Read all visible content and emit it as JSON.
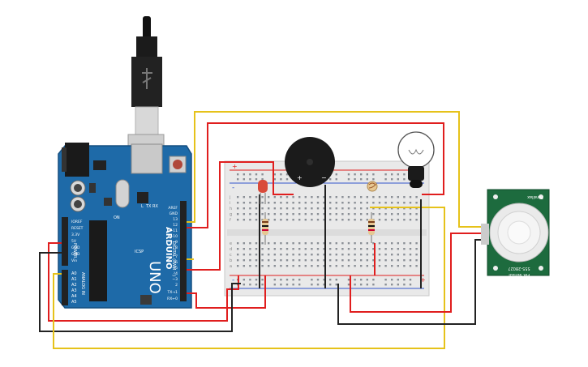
{
  "arduino": {
    "brand": "ARDUINO",
    "model": "UNO",
    "reset_label": "RESET",
    "power_header_label": "POWER",
    "power_pins": [
      "IOREF",
      "RESET",
      "3.3V",
      "5V",
      "GND",
      "GND",
      "Vin"
    ],
    "analog_header_label": "ANALOG IN",
    "analog_pins": [
      "A0",
      "A1",
      "A2",
      "A3",
      "A4",
      "A5"
    ],
    "digital_header_label": "DIGITAL (PWM ~)",
    "digital_pins": [
      "AREF",
      "GND",
      "13",
      "12",
      "~11",
      "~10",
      "~9",
      "8",
      "7",
      "~6",
      "~5",
      "4",
      "~3",
      "2",
      "TX→1",
      "RX←0"
    ],
    "small_labels": [
      "L",
      "TX",
      "RX",
      "ON",
      "ICSP"
    ]
  },
  "breadboard": {
    "row_letters": [
      "a",
      "b",
      "c",
      "d",
      "e",
      "f",
      "g",
      "h",
      "i",
      "j"
    ],
    "rail_plus": "+",
    "rail_minus": "-"
  },
  "buzzer": {
    "plus": "+",
    "minus": "−"
  },
  "pir_sensor": {
    "line1": "PIR Sensor",
    "line2": "555-28027",
    "line3": "Parallax"
  },
  "colors": {
    "board_blue": "#1e6aa8",
    "wire_red": "#e01e1e",
    "wire_yellow": "#e6c21a",
    "wire_black": "#222222",
    "pir_green": "#1d6b3e",
    "breadboard": "#e9e9e9"
  }
}
